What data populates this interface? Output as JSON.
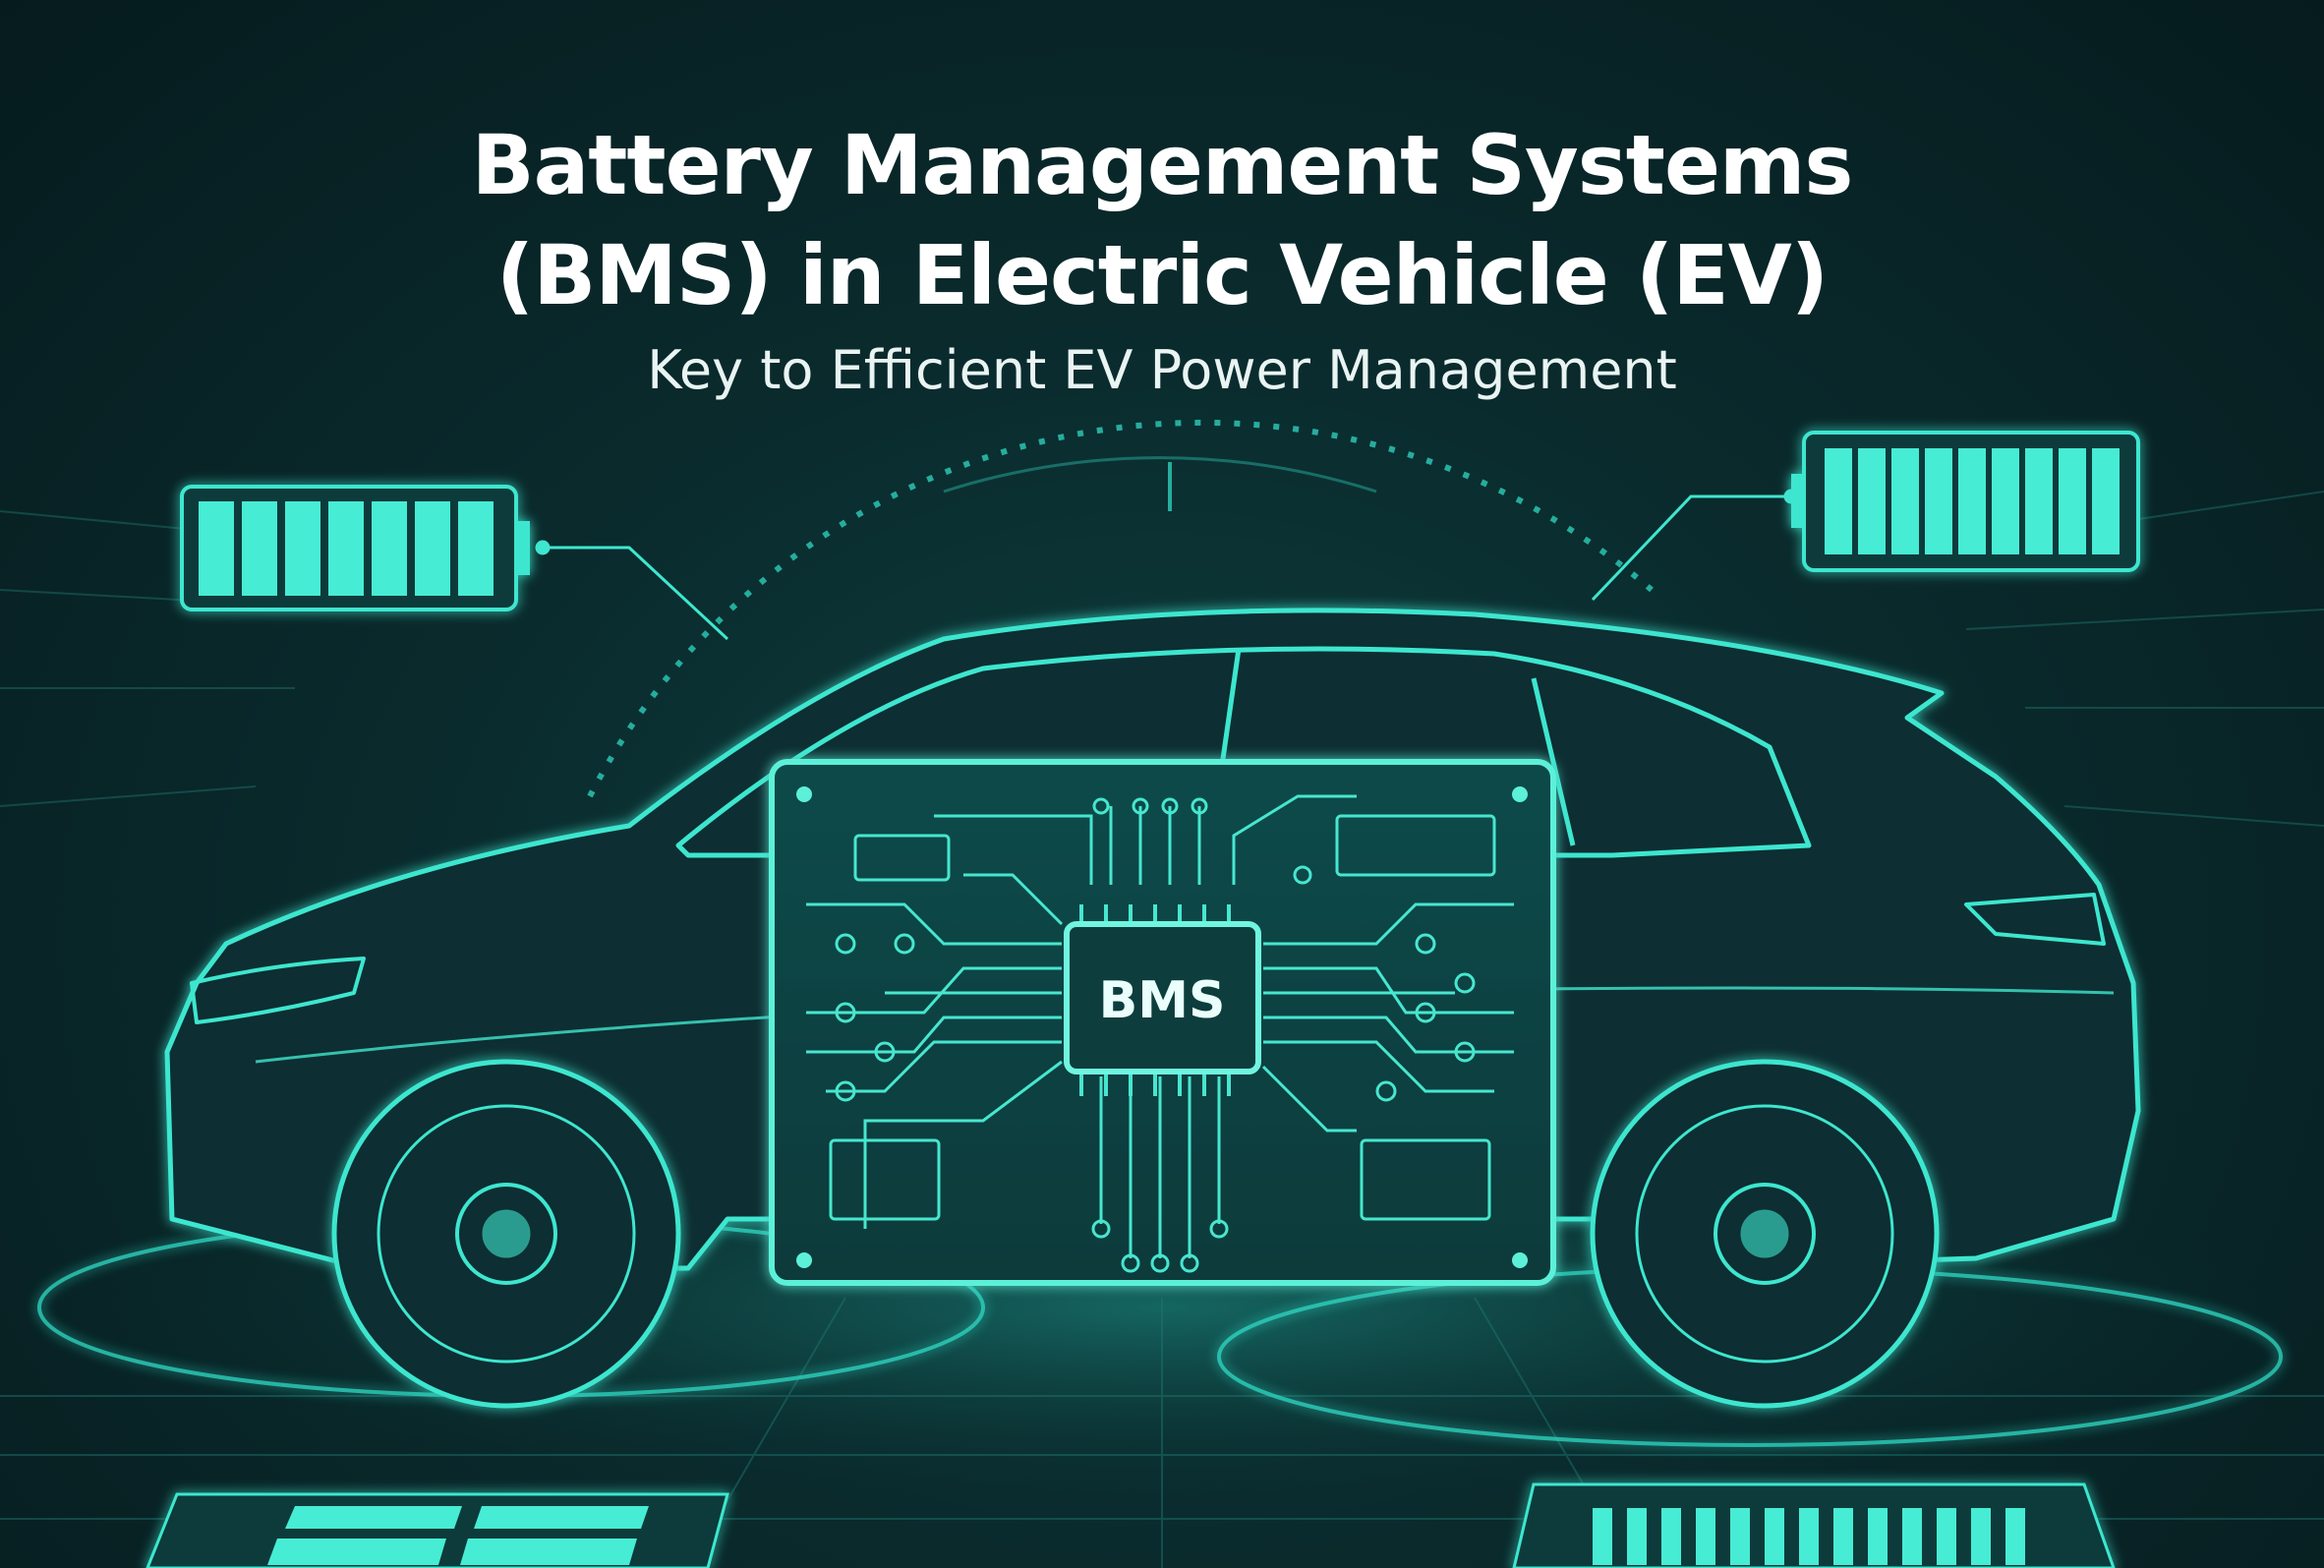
{
  "header": {
    "title_line1": "Battery Management Systems",
    "title_line2": "(BMS) in Electric Vehicle (EV)",
    "subtitle": "Key to Efficient EV Power Management"
  },
  "chip": {
    "label": "BMS"
  },
  "colors": {
    "background": "#0a2b2d",
    "glow": "#3ee6cf",
    "battery_fill": "#3fe8cd",
    "title": "#ffffff"
  },
  "icons": [
    "battery-left-icon",
    "battery-right-icon",
    "circuit-board-icon",
    "car-outline-icon",
    "wheel-icon"
  ],
  "batteries": {
    "left_cells": 7,
    "right_cells": 9
  }
}
